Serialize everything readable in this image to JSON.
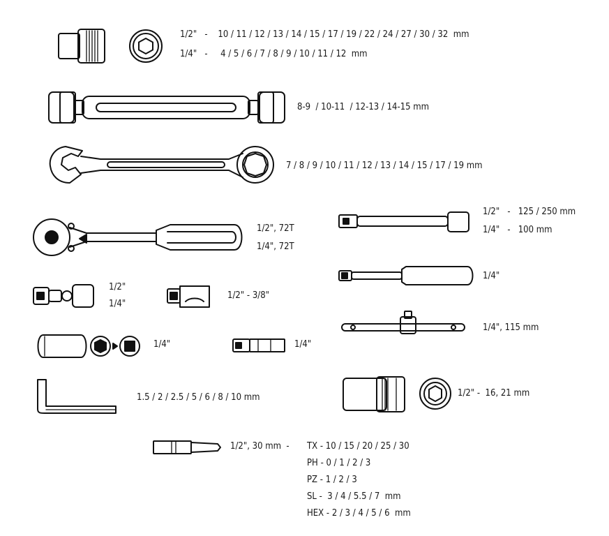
{
  "sockets_half_line": "1/2\"   -    10 / 11 / 12 / 13 / 14 / 15 / 17 / 19 / 22 / 24 / 27 / 30 / 32  mm",
  "sockets_quarter_line": "1/4\"   -     4 / 5 / 6 / 7 / 8 / 9 / 10 / 11 / 12  mm",
  "double_wrench_sizes": "8-9  / 10-11  / 12-13 / 14-15 mm",
  "combo_wrench_sizes": "7 / 8 / 9 / 10 / 11 / 12 / 13 / 14 / 15 / 17 / 19 mm",
  "extension_line1": "1/2\"   -   125 / 250 mm",
  "extension_line2": "1/4\"   -   100 mm",
  "ratchet_line1": "1/2\", 72T",
  "ratchet_line2": "1/4\", 72T",
  "screwdriver_handle": "1/4\"",
  "ujoint_line1": "1/2\"",
  "ujoint_line2": "1/4\"",
  "adapter_label": "1/2\" - 3/8\"",
  "t_bar_label": "1/4\", 115 mm",
  "deep_socket_adapter_label": "1/4\"",
  "bit_adapter_label": "1/4\"",
  "hex_keys_label": "1.5 / 2 / 2.5 / 5 / 6 / 8 / 10 mm",
  "spark_plug_label": "1/2\" -  16, 21 mm",
  "bits_holder_label": "1/2\", 30 mm  -",
  "bits_tx": "TX - 10 / 15 / 20 / 25 / 30",
  "bits_ph": "PH - 0 / 1 / 2 / 3",
  "bits_pz": "PZ - 1 / 2 / 3",
  "bits_sl": "SL -  3 / 4 / 5.5 / 7  mm",
  "bits_hex": "HEX - 2 / 3 / 4 / 5 / 6  mm"
}
